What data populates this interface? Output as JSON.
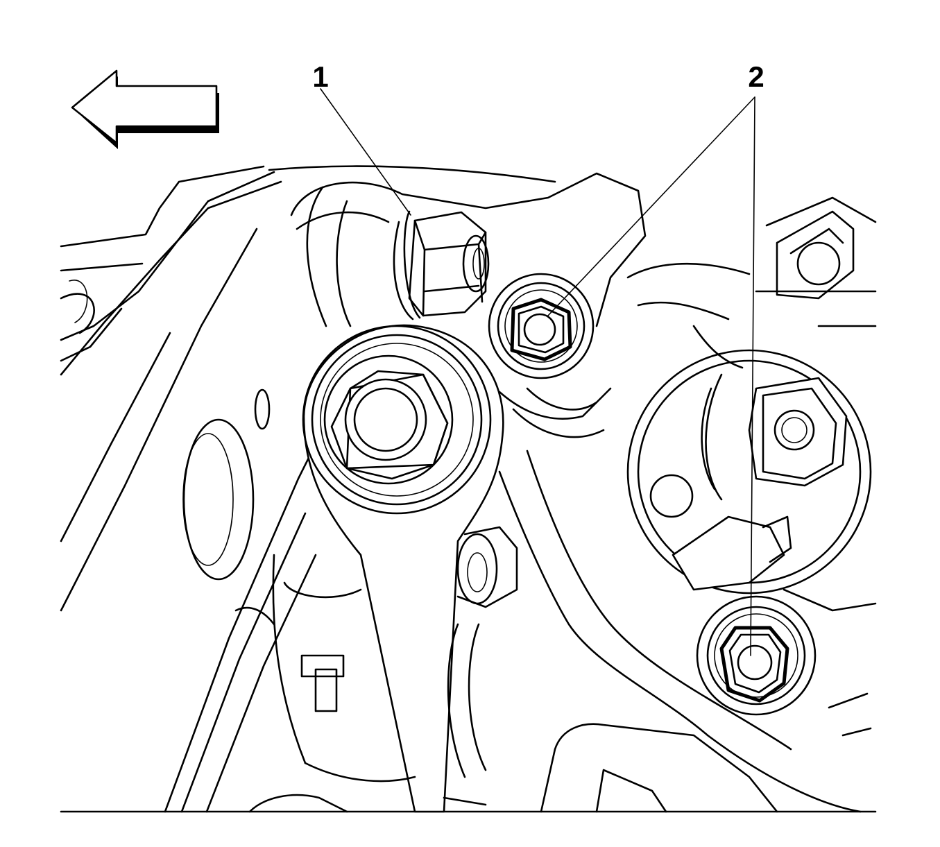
{
  "diagram": {
    "callouts": [
      {
        "id": "callout-1",
        "label": "1"
      },
      {
        "id": "callout-2",
        "label": "2"
      }
    ],
    "icons": {
      "direction_arrow": "arrow-left-icon"
    }
  }
}
